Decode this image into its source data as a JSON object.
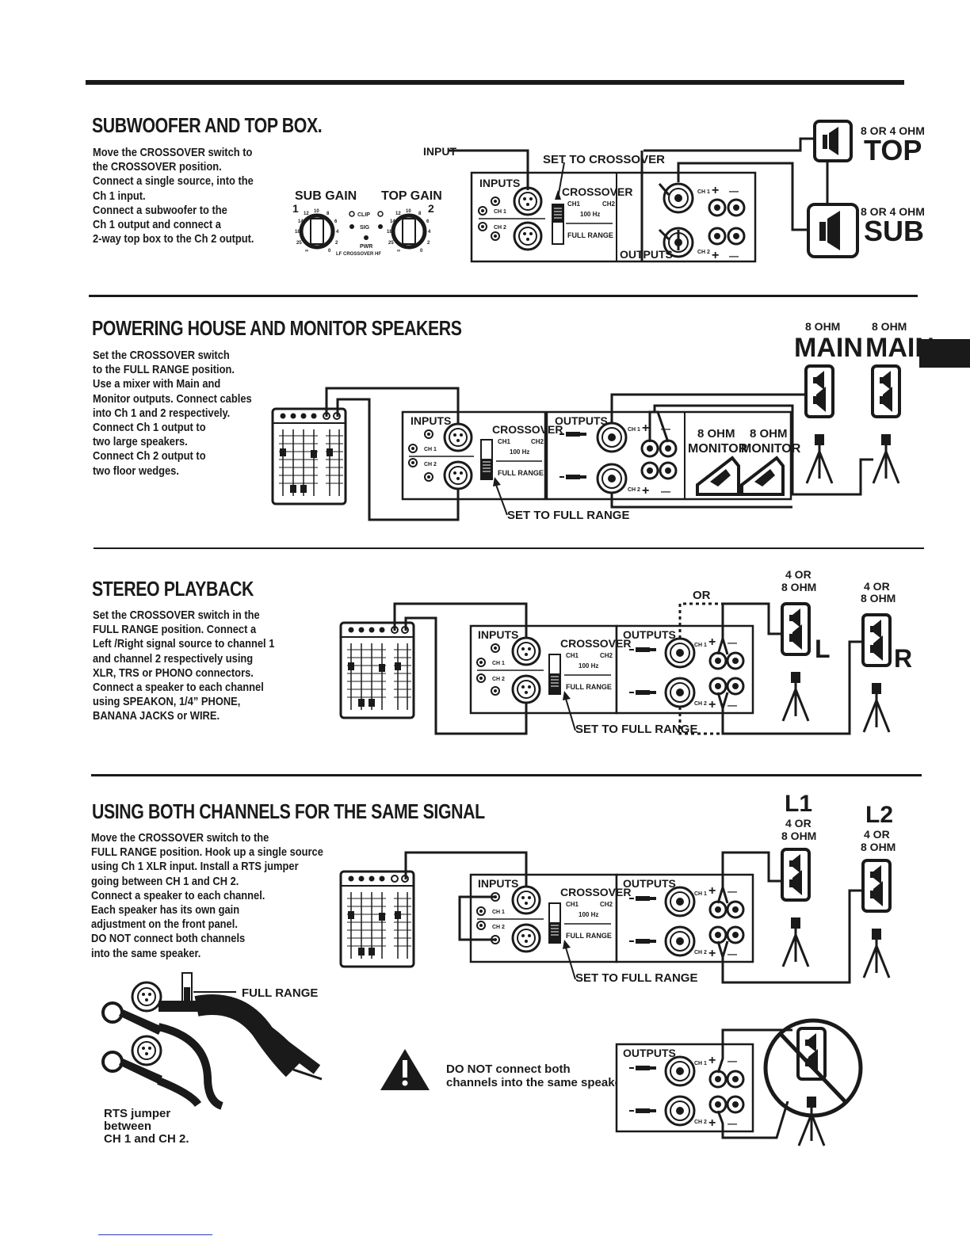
{
  "sections": [
    {
      "title": "SUBWOOFER AND TOP BOX.",
      "lines": [
        "Move the CROSSOVER switch to",
        "the CROSSOVER position.",
        "Connect a single source, into the",
        "Ch 1 input.",
        "Connect a subwoofer  to the",
        "Ch 1 output and connect a",
        "2-way top box to the Ch 2 output."
      ]
    },
    {
      "title": "POWERING HOUSE AND MONITOR SPEAKERS",
      "lines": [
        "Set the CROSSOVER switch",
        "to the FULL RANGE position.",
        "Use a mixer with Main and",
        "Monitor outputs. Connect cables",
        "into Ch 1 and 2 respectively.",
        "Connect Ch 1 output to",
        "two large speakers.",
        "Connect Ch 2 output to",
        "two floor wedges."
      ]
    },
    {
      "title": "STEREO PLAYBACK",
      "lines": [
        "Set the CROSSOVER switch in the",
        "FULL RANGE position. Connect a",
        "Left /Right signal  source to channel 1",
        "and channel 2 respectively using",
        "XLR, TRS or PHONO connectors.",
        "Connect a speaker  to each channel",
        "using SPEAKON, 1/4” PHONE,",
        "BANANA JACKS  or WIRE."
      ]
    },
    {
      "title": "USING BOTH CHANNELS FOR THE SAME SIGNAL",
      "lines": [
        "Move the CROSSOVER switch to the",
        "FULL RANGE position. Hook up a single source",
        "using  Ch 1 XLR input. Install a RTS jumper",
        "going between CH 1 and  CH 2.",
        "Connect a  speaker to each channel.",
        "Each speaker has its own gain",
        "adjustment on the front panel.",
        "DO NOT connect both channels",
        "into the same  speaker."
      ]
    }
  ],
  "labels": {
    "input": "INPUT",
    "set_to_crossover": "SET TO CROSSOVER",
    "set_to_full_range": "SET TO FULL RANGE",
    "inputs": "INPUTS",
    "outputs": "OUTPUTS",
    "crossover": "CROSSOVER",
    "ch1": "CH 1",
    "ch2": "CH 2",
    "ch1_short": "CH1",
    "ch2_short": "CH2",
    "freq": "100 Hz",
    "full_range": "FULL RANGE",
    "sub_gain": "SUB GAIN",
    "top_gain": "TOP GAIN",
    "clip": "CLIP",
    "sig": "SIG",
    "pwr": "PWR",
    "lf_crossover_hf": "LF CROSSOVER HF",
    "knob1": "1",
    "knob2": "2",
    "ohm_8_or_4": "8 OR 4 OHM",
    "top": "TOP",
    "sub": "SUB",
    "ohm_8": "8 OHM",
    "main": "MAIN",
    "monitor": "MONITOR",
    "ohm_4_or": "4 OR",
    "ohm_8_b": "8 OHM",
    "or": "OR",
    "left": "L",
    "right": "R",
    "l1": "L1",
    "l2": "L2",
    "rts_jumper": [
      "RTS jumper",
      "between",
      "CH 1 and  CH 2."
    ],
    "warning": [
      "DO NOT connect both",
      "channels into the same speaker."
    ],
    "plus": "+",
    "minus": "—"
  },
  "knob_scale": [
    "10",
    "12",
    "8",
    "14",
    "6",
    "18",
    "4",
    "25",
    "2",
    "∞",
    "0"
  ]
}
